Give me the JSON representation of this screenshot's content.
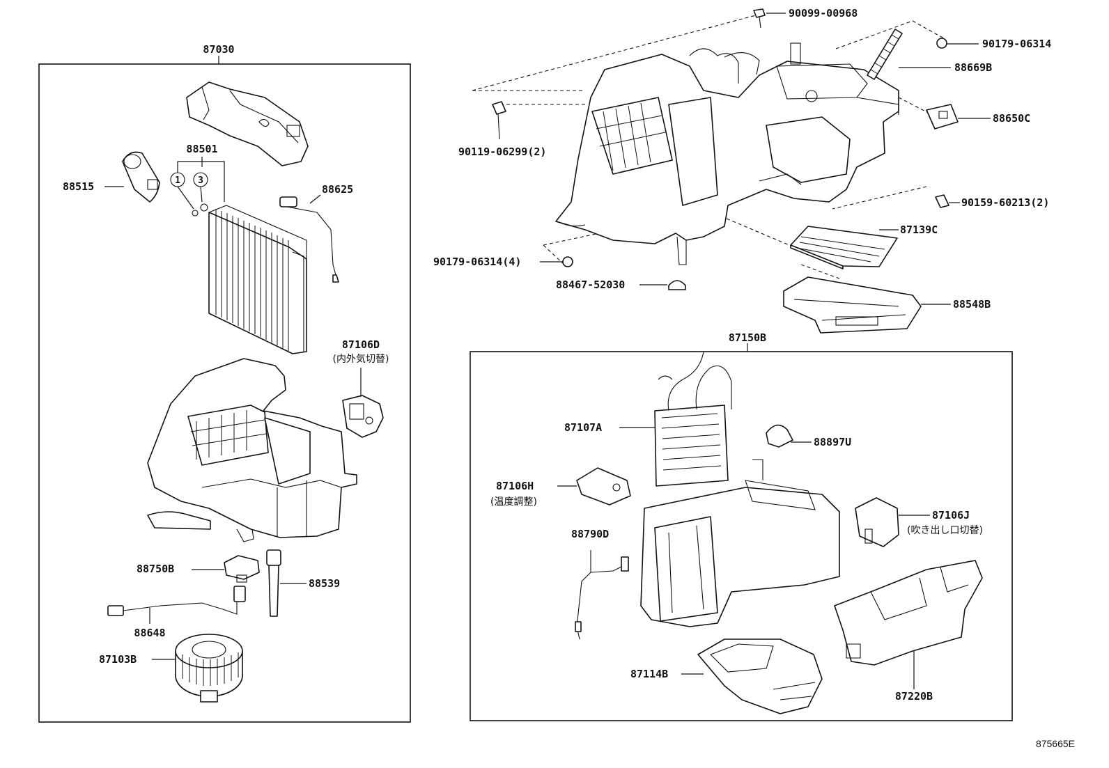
{
  "diagram": {
    "groups": {
      "left_assembly": "87030",
      "right_assembly": "87150B"
    },
    "labels": {
      "p88501": "88501",
      "p88515": "88515",
      "p88625": "88625",
      "circle_1": "1",
      "circle_3": "3",
      "p87106D": "87106D",
      "p87106D_note": "(内外気切替)",
      "p88750B": "88750B",
      "p88539": "88539",
      "p88648": "88648",
      "p87103B": "87103B",
      "p90099_00968": "90099-00968",
      "p90179_06314_a": "90179-06314",
      "p88669B": "88669B",
      "p88650C": "88650C",
      "p90119_06299": "90119-06299(2)",
      "p90159_60213": "90159-60213(2)",
      "p87139C": "87139C",
      "p90179_06314_b": "90179-06314(4)",
      "p88467_52030": "88467-52030",
      "p88548B": "88548B",
      "p87107A": "87107A",
      "p88897U": "88897U",
      "p87106H": "87106H",
      "p87106H_note": "(温度調整)",
      "p88790D": "88790D",
      "p87106J": "87106J",
      "p87106J_note": "(吹き出し口切替)",
      "p87114B": "87114B",
      "p87220B": "87220B"
    },
    "reference_code": "875665E"
  }
}
